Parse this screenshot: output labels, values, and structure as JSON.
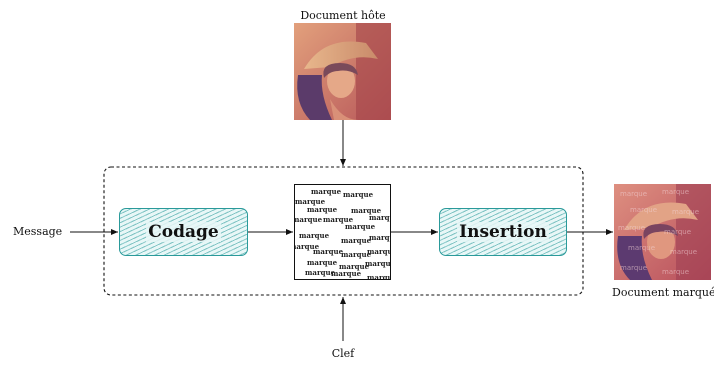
{
  "labels": {
    "host_document": "Document hôte",
    "marked_document": "Document marqué",
    "message": "Message",
    "key": "Clef"
  },
  "blocks": {
    "coding": "Codage",
    "insertion": "Insertion"
  },
  "watermark_word": "marque",
  "colors": {
    "block_border": "#2a9a9a",
    "block_fill": "#e8f7f7",
    "line": "#111111"
  }
}
